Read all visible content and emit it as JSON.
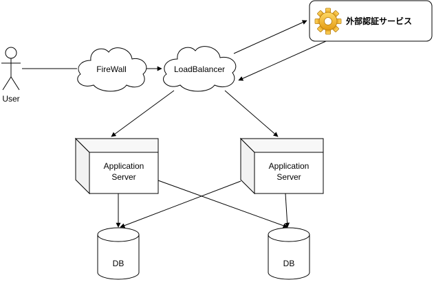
{
  "nodes": {
    "user": {
      "label": "User"
    },
    "firewall": {
      "label": "FireWall"
    },
    "load_balancer": {
      "label": "LoadBalancer"
    },
    "auth_service": {
      "label": "外部認証サービス",
      "icon": "gear-icon"
    },
    "app_server_left": {
      "line1": "Application",
      "line2": "Server"
    },
    "app_server_right": {
      "line1": "Application",
      "line2": "Server"
    },
    "db_left": {
      "label": "DB"
    },
    "db_right": {
      "label": "DB"
    }
  },
  "colors": {
    "stroke": "#000000",
    "fill": "#ffffff",
    "box_side": "#f2f2f2",
    "gear": "#f0b429"
  }
}
